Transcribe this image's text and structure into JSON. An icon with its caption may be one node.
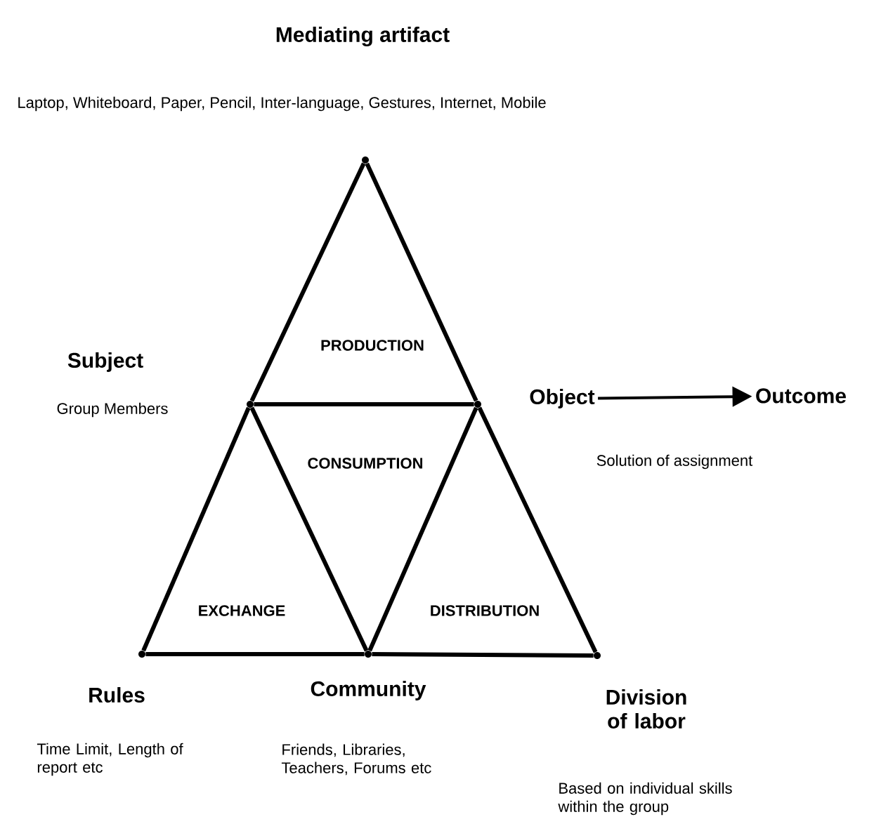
{
  "diagram": {
    "nodes": [
      {
        "text": [],
        "shape": "circle",
        "beside": [
          "Mediating artifact",
          "Laptop, Whiteboard, Paper, Pencil, Inter-language, Gestures, Internet, Mobile"
        ]
      },
      {
        "text": [],
        "shape": "circle",
        "beside": [
          "Subject",
          "Group Members"
        ]
      },
      {
        "text": [],
        "shape": "circle"
      },
      {
        "text": [],
        "shape": "circle",
        "beside": [
          "Rules",
          "Time Limit, Length of report etc"
        ]
      },
      {
        "text": [],
        "shape": "circle",
        "beside": [
          "Community",
          "Friends, Libraries, Teachers, Forums etc"
        ]
      },
      {
        "text": [],
        "shape": "circle",
        "beside": [
          "Division of labor",
          "Based on individual skills within the group"
        ]
      },
      {
        "text": [
          "Object"
        ],
        "beside": [
          "Solution of assignment"
        ]
      },
      {
        "text": [
          "Outcome"
        ]
      }
    ],
    "edges": [
      {
        "from": 0,
        "to": 1,
        "arrow": "none"
      },
      {
        "from": 0,
        "to": 2,
        "arrow": "none"
      },
      {
        "from": 1,
        "to": 2,
        "arrow": "none"
      },
      {
        "from": 1,
        "to": 3,
        "arrow": "none"
      },
      {
        "from": 1,
        "to": 4,
        "arrow": "none"
      },
      {
        "from": 2,
        "to": 4,
        "arrow": "none"
      },
      {
        "from": 2,
        "to": 5,
        "arrow": "none"
      },
      {
        "from": 3,
        "to": 4,
        "arrow": "none"
      },
      {
        "from": 4,
        "to": 5,
        "arrow": "none"
      },
      {
        "from": 6,
        "to": 7,
        "arrow": "to"
      }
    ],
    "labels": [
      "PRODUCTION",
      "CONSUMPTION",
      "EXCHANGE",
      "DISTRIBUTION"
    ]
  }
}
